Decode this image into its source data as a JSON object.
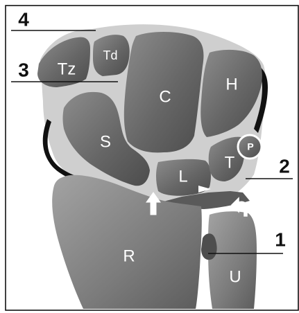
{
  "figure": {
    "labels": {
      "one": "1",
      "two": "2",
      "three": "3",
      "four": "4"
    },
    "bones": {
      "tz": "Tz",
      "td": "Td",
      "c": "C",
      "h": "H",
      "s": "S",
      "l": "L",
      "t": "T",
      "p": "P",
      "r": "R",
      "u": "U"
    }
  }
}
